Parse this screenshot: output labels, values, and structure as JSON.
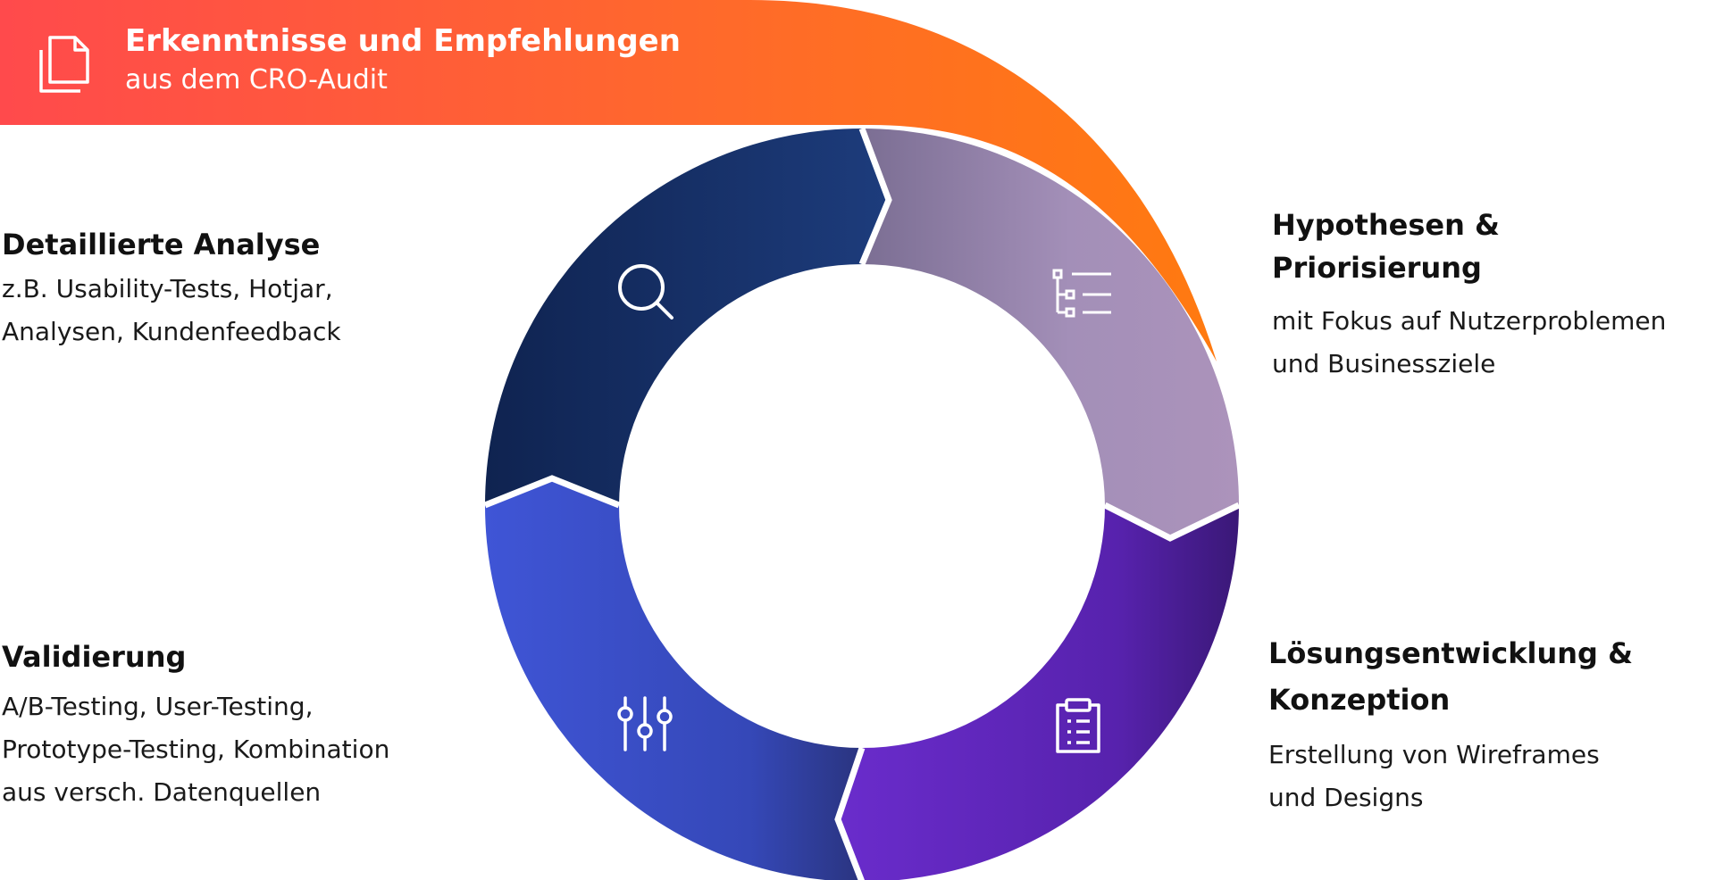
{
  "banner": {
    "title": "Erkenntnisse und Empfehlungen",
    "subtitle": "aus dem CRO-Audit",
    "icon": "documents-icon"
  },
  "steps": [
    {
      "key": "analysis",
      "title": "Detaillierte Analyse",
      "desc": [
        "z.B. Usability-Tests, Hotjar,",
        "Analysen, Kundenfeedback"
      ],
      "icon": "magnifier-icon",
      "colors": [
        "#0f2350",
        "#1d3c7c"
      ]
    },
    {
      "key": "hypotheses",
      "title": [
        "Hypothesen &",
        "Priorisierung"
      ],
      "desc": [
        "mit Fokus auf Nutzerproblemen",
        "und Businessziele"
      ],
      "icon": "list-tree-icon",
      "colors": [
        "#7b6e93",
        "#a992bb"
      ]
    },
    {
      "key": "solution",
      "title": [
        "Lösungsentwicklung &",
        "Konzeption"
      ],
      "desc": [
        "Erstellung von Wireframes",
        "und Designs"
      ],
      "icon": "clipboard-list-icon",
      "colors": [
        "#6228c0",
        "#3c187a"
      ]
    },
    {
      "key": "validation",
      "title": "Validierung",
      "desc": [
        "A/B-Testing, User-Testing,",
        "Prototype-Testing, Kombination",
        "aus versch. Datenquellen"
      ],
      "icon": "sliders-icon",
      "colors": [
        "#3e52d0",
        "#2f3a9c"
      ]
    }
  ],
  "accent": {
    "orange_start": "#ff4b4b",
    "orange_end": "#ff7a10"
  }
}
